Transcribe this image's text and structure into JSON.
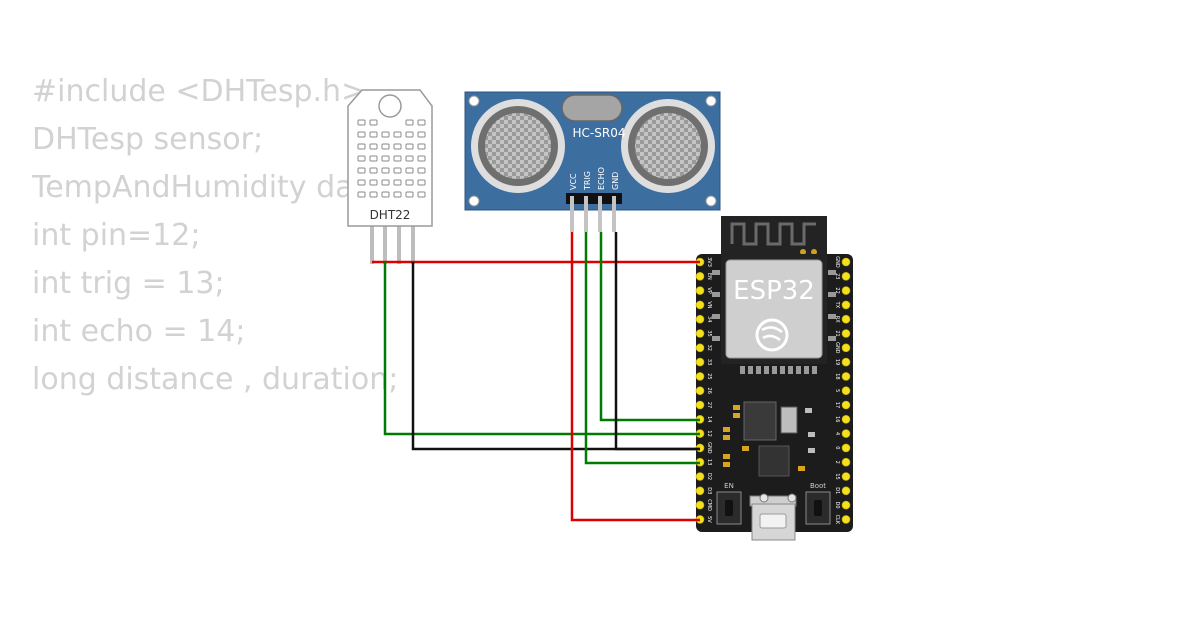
{
  "code_lines": [
    "#include <DHTesp.h>",
    "DHTesp sensor;",
    "TempAndHumidity data;",
    "int pin=12;",
    "int trig = 13;",
    "int echo = 14;",
    "long distance , duration;"
  ],
  "dht": {
    "label": "DHT22"
  },
  "hcsr04": {
    "label": "HC-SR04",
    "pins": [
      "VCC",
      "TRIG",
      "ECHO",
      "GND"
    ]
  },
  "esp32": {
    "label": "ESP32",
    "left_pins": [
      "3V3",
      "EN",
      "VP",
      "VN",
      "34",
      "35",
      "32",
      "33",
      "25",
      "26",
      "27",
      "14",
      "12",
      "GND",
      "13",
      "D2",
      "D3",
      "CMD",
      "5V"
    ],
    "right_pins": [
      "GND",
      "23",
      "22",
      "TX",
      "RX",
      "21",
      "GND",
      "19",
      "18",
      "5",
      "17",
      "16",
      "4",
      "0",
      "2",
      "15",
      "D1",
      "D0",
      "CLK"
    ],
    "button_en": "EN",
    "button_boot": "Boot"
  },
  "colors": {
    "wire_power": "#dd0000",
    "wire_signal": "#007a00",
    "wire_ground": "#111111",
    "sensor_board": "#3c6ea0",
    "esp_board": "#1c1c1c",
    "pin_yellow": "#f3e11f"
  }
}
